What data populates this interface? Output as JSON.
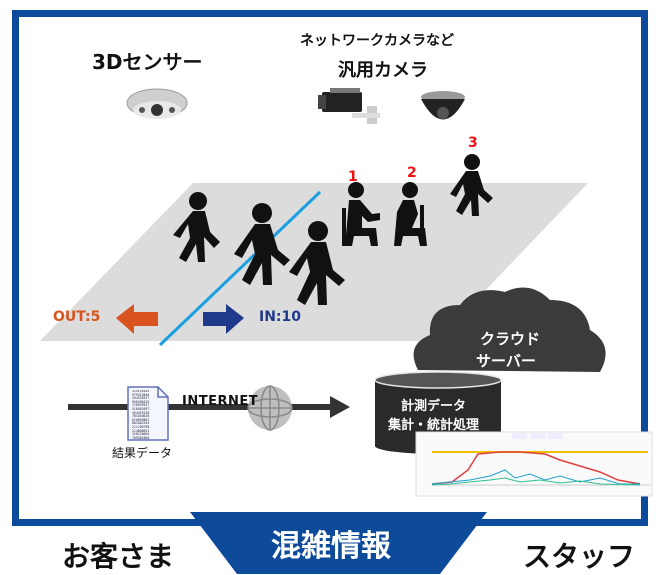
{
  "sensors": {
    "sensor3d_label": "3Dセンサー",
    "camera_label_line1": "ネットワークカメラなど",
    "camera_label_line2": "汎用カメラ"
  },
  "floor": {
    "out_label": "OUT:5",
    "in_label": "IN:10",
    "seat_numbers": [
      "1",
      "2",
      "3"
    ]
  },
  "network": {
    "internet_label": "INTERNET",
    "result_data_label": "結果データ",
    "document_lines": [
      "314159265",
      "979323846",
      "264338327",
      "950288419",
      "716939937",
      "510582097",
      "494459230",
      "781640628",
      "620899862",
      "803482534",
      "211706798",
      "214808651",
      "328230664",
      "709384460"
    ]
  },
  "cloud": {
    "label_line1": "クラウド",
    "label_line2": "サーバー"
  },
  "database": {
    "line1": "計測データ",
    "line2": "集計・統計処理"
  },
  "footer": {
    "left_label": "お客さま",
    "center_label": "混雑情報",
    "right_label": "スタッフ"
  },
  "colors": {
    "frame_blue": "#0d4b9a",
    "out_orange": "#d9531e",
    "in_navy": "#1f3a8a",
    "seat_red": "#e11111",
    "floor_gray": "#dcdcdc",
    "cloud_dark": "#3b3b3b",
    "line_blue": "#1aa0e0"
  }
}
